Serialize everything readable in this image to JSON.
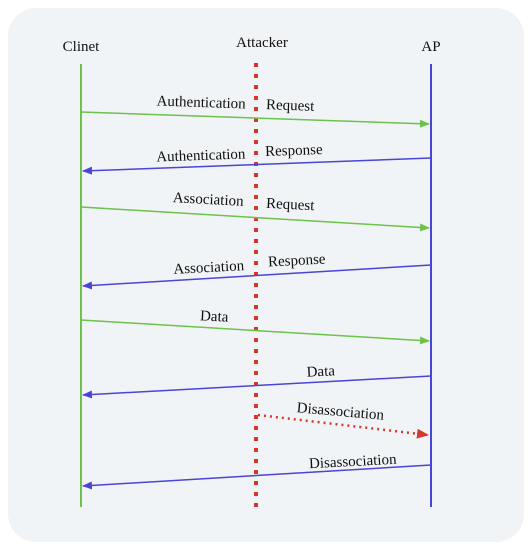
{
  "participants": {
    "client": "Clinet",
    "attacker": "Attacker",
    "ap": "AP"
  },
  "colors": {
    "client": "#6cc24a",
    "ap": "#4b45d6",
    "attacker": "#d9362a",
    "text": "#111111"
  },
  "messages": [
    {
      "label_left": "Authentication",
      "label_right": "Request",
      "from": "client",
      "to": "ap"
    },
    {
      "label_left": "Authentication",
      "label_right": "Response",
      "from": "ap",
      "to": "client"
    },
    {
      "label_left": "Association",
      "label_right": "Request",
      "from": "client",
      "to": "ap"
    },
    {
      "label_left": "Association",
      "label_right": "Response",
      "from": "ap",
      "to": "client"
    },
    {
      "label": "Data",
      "from": "client",
      "to": "ap"
    },
    {
      "label": "Data",
      "from": "ap",
      "to": "client"
    },
    {
      "label": "Disassociation",
      "from": "attacker",
      "to": "ap",
      "style": "dotted"
    },
    {
      "label": "Disassociation",
      "from": "ap",
      "to": "client"
    }
  ]
}
